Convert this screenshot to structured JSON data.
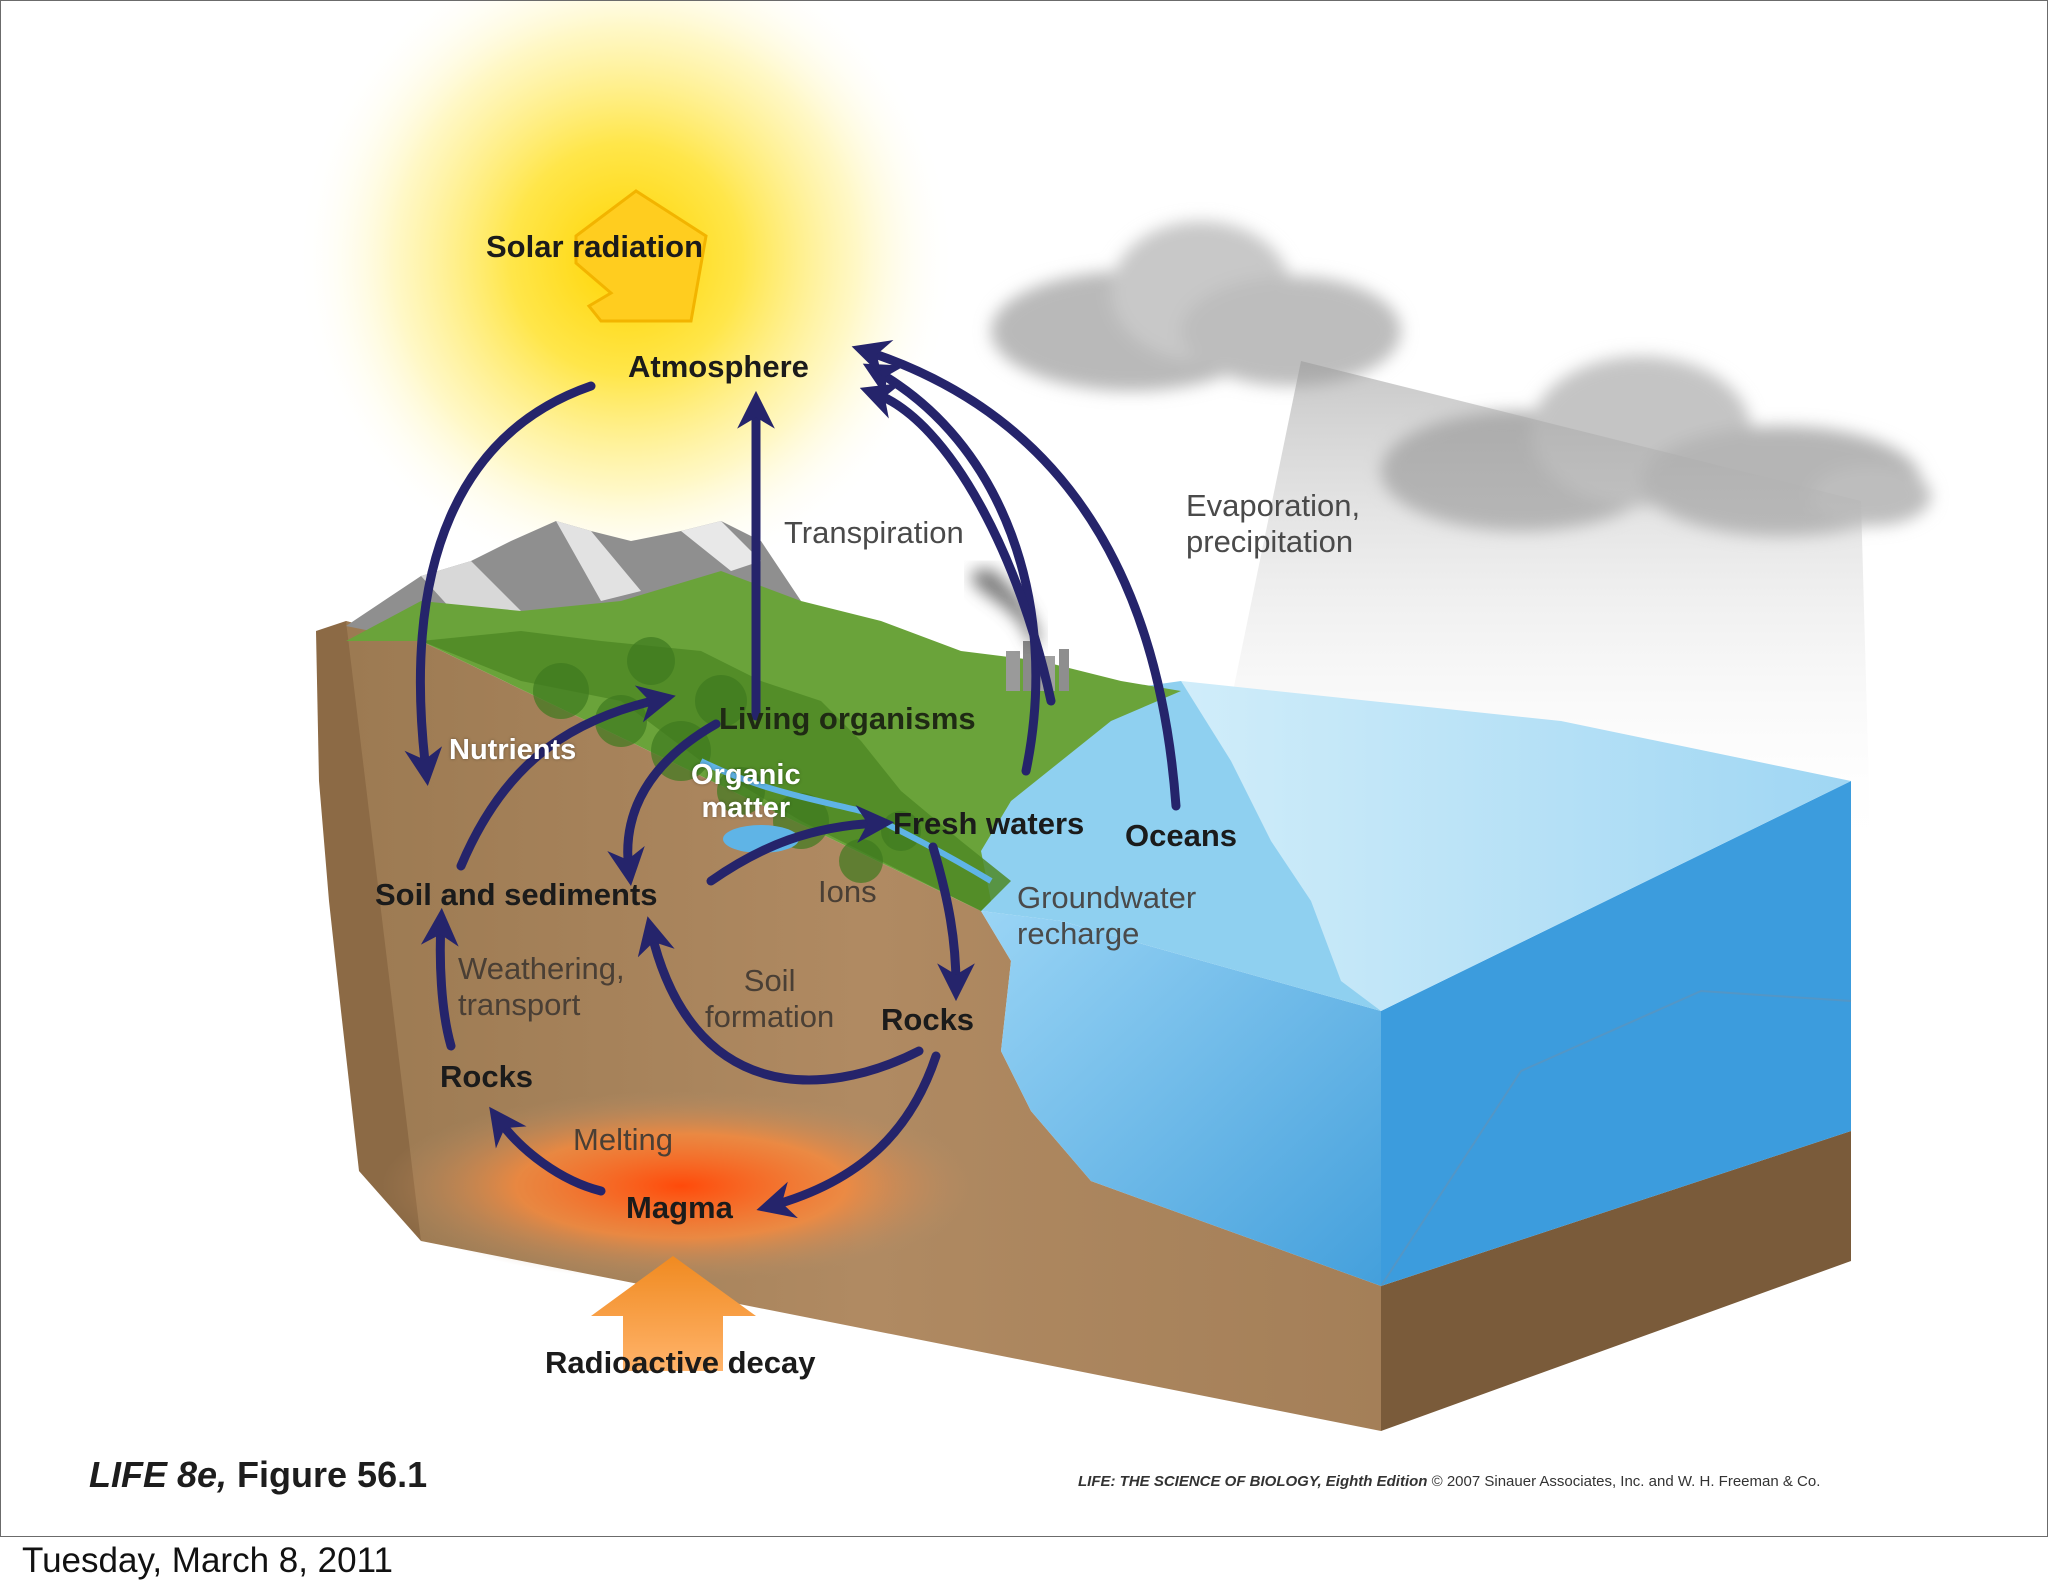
{
  "labels": {
    "solar_radiation": "Solar radiation",
    "atmosphere": "Atmosphere",
    "transpiration": "Transpiration",
    "evaporation_precipitation": [
      "Evaporation,",
      "precipitation"
    ],
    "living_organisms": "Living organisms",
    "nutrients": "Nutrients",
    "organic_matter": [
      "Organic",
      "matter"
    ],
    "fresh_waters": "Fresh waters",
    "oceans": "Oceans",
    "soil_and_sediments": "Soil and sediments",
    "ions": "Ions",
    "groundwater_recharge": [
      "Groundwater",
      "recharge"
    ],
    "weathering_transport": [
      "Weathering,",
      "transport"
    ],
    "soil_formation": [
      "Soil",
      "formation"
    ],
    "rocks_right": "Rocks",
    "rocks_left": "Rocks",
    "melting": "Melting",
    "magma": "Magma",
    "radioactive_decay": "Radioactive decay"
  },
  "caption": {
    "italic": "LIFE 8e,",
    "rest": " Figure 56.1"
  },
  "credit": {
    "title": "LIFE: THE SCIENCE OF BIOLOGY, Eighth Edition",
    "rest": "  © 2007 Sinauer Associates, Inc. and W. H. Freeman & Co."
  },
  "footer": {
    "date": "Tuesday, March 8, 2011"
  },
  "colors": {
    "arrow": "#25246b",
    "soil": "#a8865f",
    "water": "#5fb4e6",
    "vegetation": "#6aa33a",
    "sun": "#ffe64a",
    "magma": "#ff6a1e"
  }
}
